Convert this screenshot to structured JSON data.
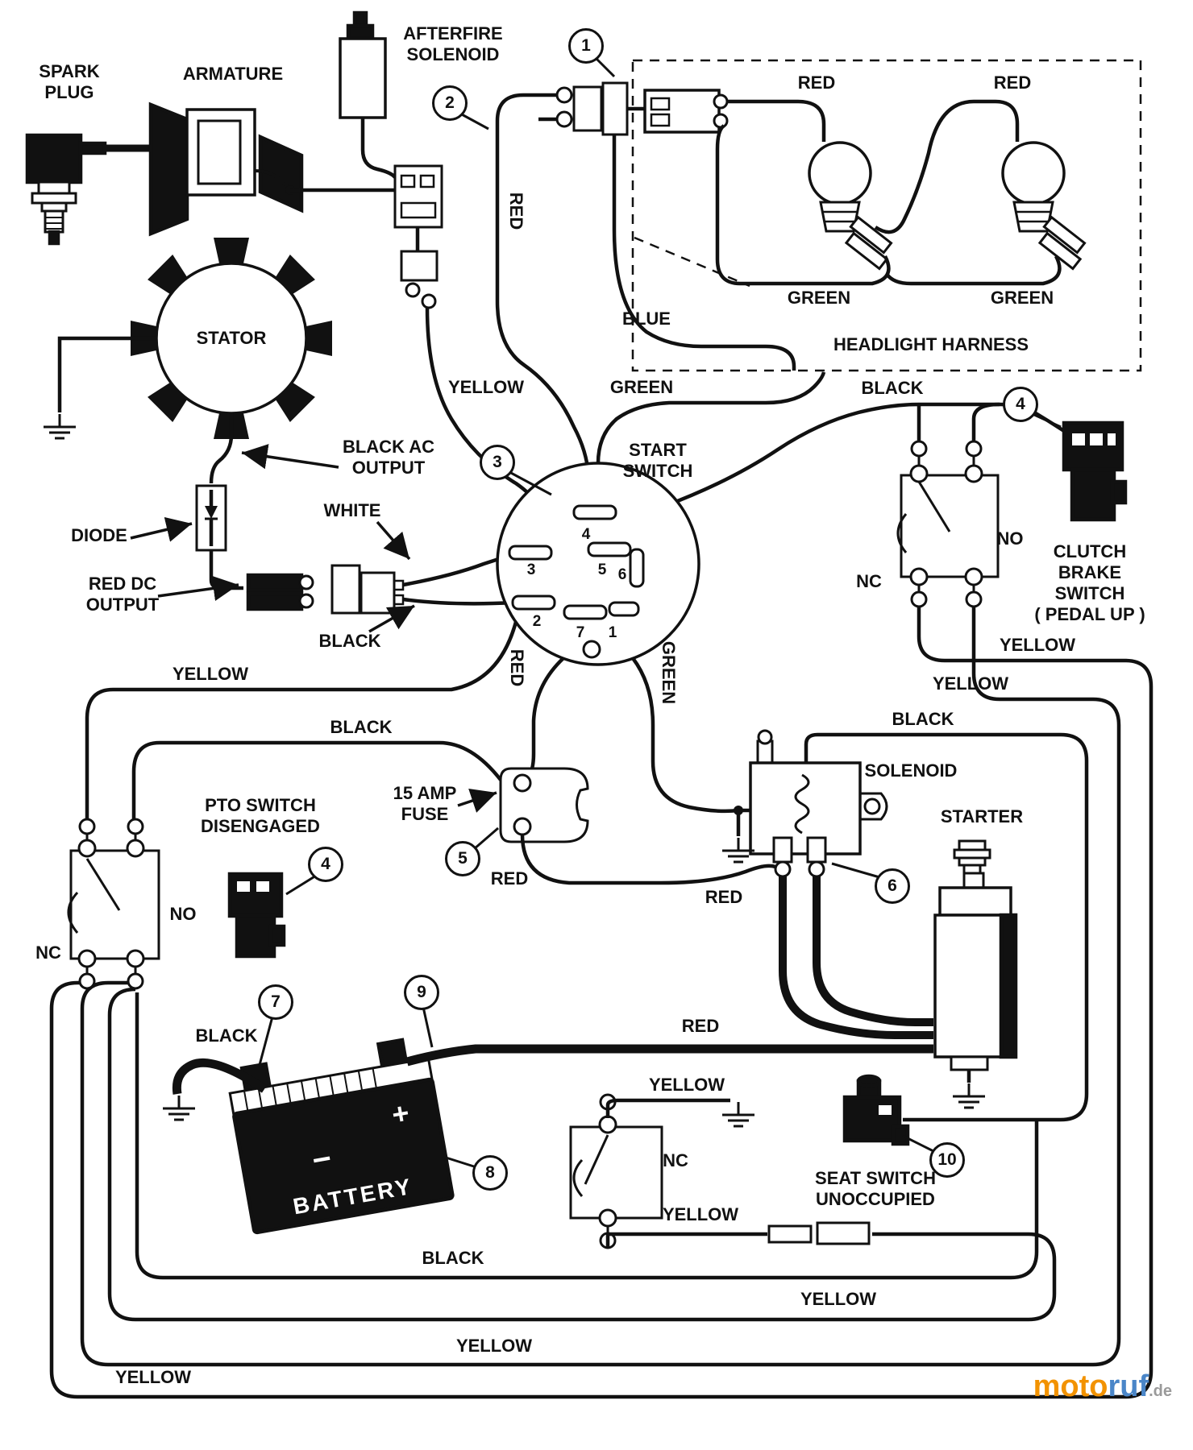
{
  "components": {
    "spark_plug_l1": "SPARK",
    "spark_plug_l2": "PLUG",
    "armature": "ARMATURE",
    "afterfire_l1": "AFTERFIRE",
    "afterfire_l2": "SOLENOID",
    "stator": "STATOR",
    "black_ac_l1": "BLACK AC",
    "black_ac_l2": "OUTPUT",
    "white": "WHITE",
    "diode": "DIODE",
    "red_dc_l1": "RED DC",
    "red_dc_l2": "OUTPUT",
    "black_connector": "BLACK",
    "start_switch_l1": "START",
    "start_switch_l2": "SWITCH",
    "headlight_harness": "HEADLIGHT HARNESS",
    "clutch_l1": "CLUTCH",
    "clutch_l2": "BRAKE",
    "clutch_l3": "SWITCH",
    "clutch_l4": "( PEDAL UP )",
    "clutch_no": "NO",
    "clutch_nc": "NC",
    "pto_l1": "PTO SWITCH",
    "pto_l2": "DISENGAGED",
    "pto_no": "NO",
    "pto_nc": "NC",
    "fuse_l1": "15 AMP",
    "fuse_l2": "FUSE",
    "solenoid": "SOLENOID",
    "starter": "STARTER",
    "battery": "BATTERY",
    "battery_plus": "+",
    "battery_minus": "−",
    "seat_l1": "SEAT SWITCH",
    "seat_l2": "UNOCCUPIED",
    "seat_nc": "NC"
  },
  "wire_labels": {
    "red_headlight_1": "RED",
    "red_headlight_2": "RED",
    "green_headlight_1": "GREEN",
    "green_headlight_2": "GREEN",
    "red_top": "RED",
    "blue": "BLUE",
    "yellow_mid": "YELLOW",
    "green_mid": "GREEN",
    "black_top": "BLACK",
    "yellow_right_1": "YELLOW",
    "yellow_right_2": "YELLOW",
    "black_right": "BLACK",
    "yellow_left": "YELLOW",
    "black_left": "BLACK",
    "red_switch": "RED",
    "green_switch": "GREEN",
    "red_fuse": "RED",
    "red_solenoid": "RED",
    "black_battery": "BLACK",
    "red_battery": "RED",
    "yellow_seat_top": "YELLOW",
    "yellow_seat_bottom": "YELLOW",
    "black_bottom": "BLACK",
    "yellow_bottom_1": "YELLOW",
    "yellow_bottom_2": "YELLOW",
    "yellow_bottom_3": "YELLOW"
  },
  "callouts": {
    "c1": "1",
    "c2": "2",
    "c3": "3",
    "c4a": "4",
    "c4b": "4",
    "c5": "5",
    "c6": "6",
    "c7": "7",
    "c8": "8",
    "c9": "9",
    "c10": "10"
  },
  "switch_pins": {
    "p1": "1",
    "p2": "2",
    "p3": "3",
    "p4": "4",
    "p5": "5",
    "p6": "6",
    "p7": "7"
  },
  "watermark": {
    "part1": "moto",
    "part2": "ruf",
    "suffix": ".de"
  }
}
